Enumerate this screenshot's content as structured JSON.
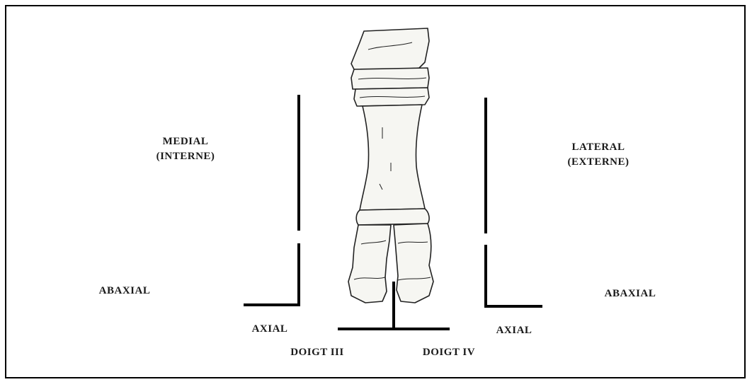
{
  "labels": {
    "medial": "MEDIAL",
    "medial_sub": "(INTERNE)",
    "lateral": "LATERAL",
    "lateral_sub": "(EXTERNE)",
    "abaxial_left": "ABAXIAL",
    "abaxial_right": "ABAXIAL",
    "axial_left": "AXIAL",
    "axial_right": "AXIAL",
    "digit_left": "DOIGT III",
    "digit_right": "DOIGT IV"
  },
  "colors": {
    "ink": "#000000",
    "bone_fill": "#f6f6f2",
    "bone_stroke": "#222222"
  },
  "icons": {
    "specimen": "bovine-foot-bone-drawing"
  }
}
